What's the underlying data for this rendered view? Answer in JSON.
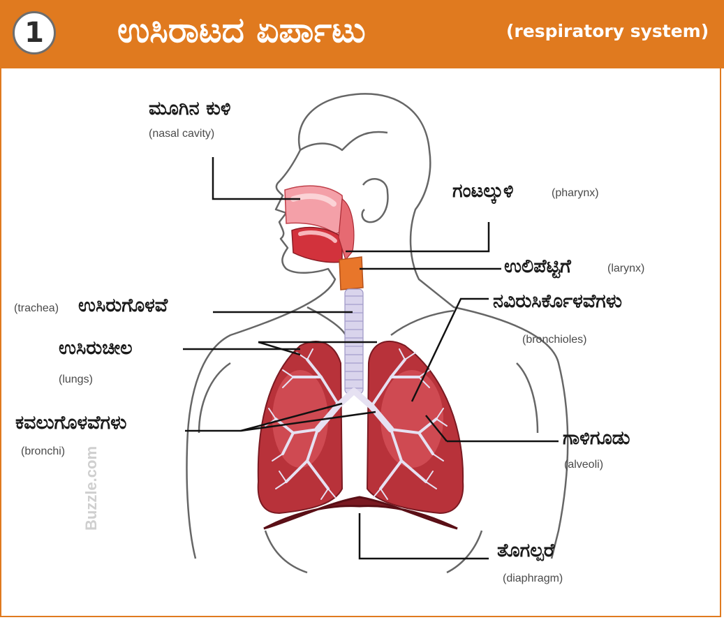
{
  "header": {
    "number": "1",
    "title_kn": "ಉಸಿರಾಟದ ಏರ್ಪಾಟು",
    "title_en": "(respiratory system)"
  },
  "labels": {
    "nasal_kn": "ಮೂಗಿನ ಕುಳಿ",
    "nasal_en": "(nasal cavity)",
    "pharynx_kn": "ಗಂಟಲ್ಕುಳಿ",
    "pharynx_en": "(pharynx)",
    "larynx_kn": "ಉಲಿಪೆಟ್ಟಿಗೆ",
    "larynx_en": "(larynx)",
    "trachea_en": "(trachea)",
    "trachea_kn": "ಉಸಿರುಗೊಳವೆ",
    "bronchioles_kn": "ನವಿರುಸಿರ್ಕೊಳವೆಗಳು",
    "bronchioles_en": "(bronchioles)",
    "lungs_kn": "ಉಸಿರುಚೀಲ",
    "lungs_en": "(lungs)",
    "bronchi_kn": "ಕವಲುಗೊಳವೆಗಳು",
    "bronchi_en": "(bronchi)",
    "alveoli_kn": "ಗಾಳಿಗೂಡು",
    "alveoli_en": "(alveoli)",
    "diaphragm_kn": "ತೊಗಲ್ಪರೆ",
    "diaphragm_en": "(diaphragm)"
  },
  "watermark": "Buzzle.com",
  "colors": {
    "header": "#e07a1f",
    "lung": "#b8323a",
    "lung_dark": "#7a1a22",
    "airway": "#d9d4ec",
    "larynx": "#e8762a",
    "nasal": "#f4a0a8",
    "outline": "#666666"
  }
}
